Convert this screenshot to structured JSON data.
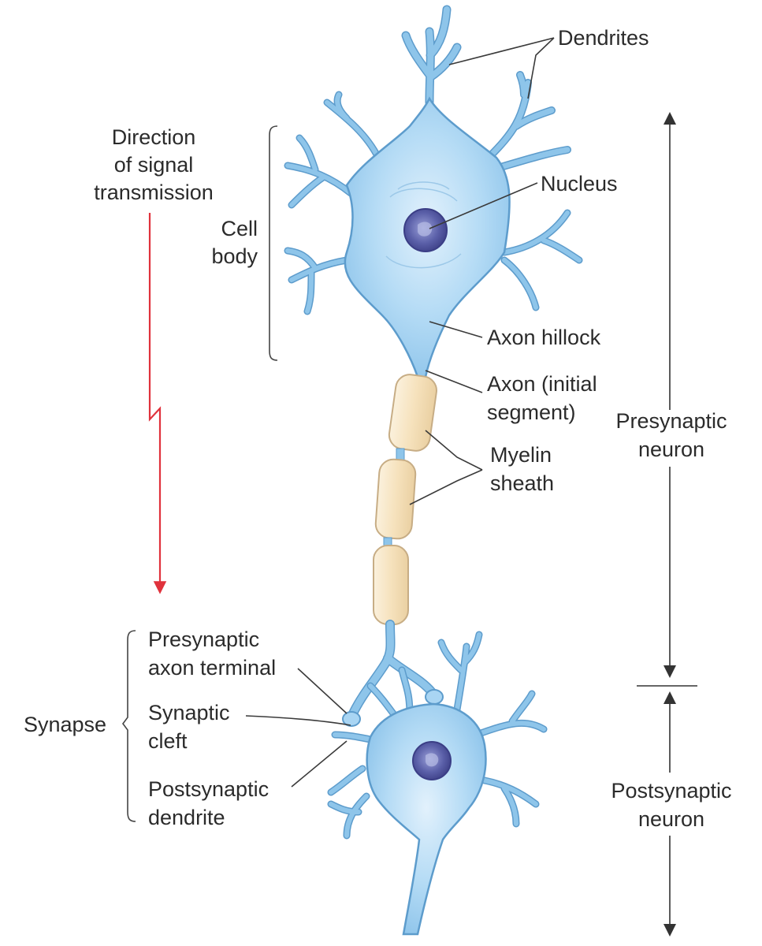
{
  "labels": {
    "dendrites": "Dendrites",
    "direction": [
      "Direction",
      "of signal",
      "transmission"
    ],
    "cell_body": [
      "Cell",
      "body"
    ],
    "nucleus": "Nucleus",
    "axon_hillock": "Axon hillock",
    "axon_initial": [
      "Axon (initial",
      "segment)"
    ],
    "myelin_sheath": [
      "Myelin",
      "sheath"
    ],
    "presynaptic_neuron": [
      "Presynaptic",
      "neuron"
    ],
    "presynaptic_terminal": [
      "Presynaptic",
      "axon terminal"
    ],
    "synapse": "Synapse",
    "synaptic_cleft": [
      "Synaptic",
      "cleft"
    ],
    "postsynaptic_dendrite": [
      "Postsynaptic",
      "dendrite"
    ],
    "postsynaptic_neuron": [
      "Postsynaptic",
      "neuron"
    ]
  },
  "colors": {
    "neuron_fill": "#a9d5f3",
    "neuron_edge": "#5d9ccc",
    "myelin_fill": "#f7e6c6",
    "myelin_edge": "#c7ad85",
    "nucleus_fill": "#6a6fb0",
    "signal_arrow": "#e0323c",
    "text": "#2b2b2b"
  },
  "icons": {
    "signal_direction": "red-lightning-arrow-down",
    "extent_markers": "double-headed-arrows"
  }
}
